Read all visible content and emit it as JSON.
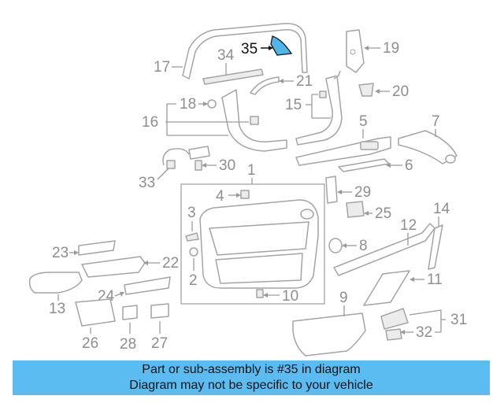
{
  "labels": {
    "p1": "1",
    "p2": "2",
    "p3": "3",
    "p4": "4",
    "p5": "5",
    "p6": "6",
    "p7": "7",
    "p8": "8",
    "p9": "9",
    "p10": "10",
    "p11": "11",
    "p12": "12",
    "p14": "14",
    "p15": "15",
    "p16": "16",
    "p17": "17",
    "p18": "18",
    "p19": "19",
    "p20": "20",
    "p21": "21",
    "p22": "22",
    "p23": "23",
    "p24": "24",
    "p25": "25",
    "p26": "26",
    "p27": "27",
    "p28": "28",
    "p29": "29",
    "p30": "30",
    "p31": "31",
    "p32": "32",
    "p33": "33",
    "p34": "34",
    "p35": "35",
    "p13": "13"
  },
  "highlight": {
    "part_number": "35",
    "color": "#4fb6ea"
  },
  "footer": {
    "line1": "Part or sub-assembly is #35 in diagram",
    "line2": "Diagram may not be specific to your vehicle",
    "background": "#5bbcf2"
  }
}
